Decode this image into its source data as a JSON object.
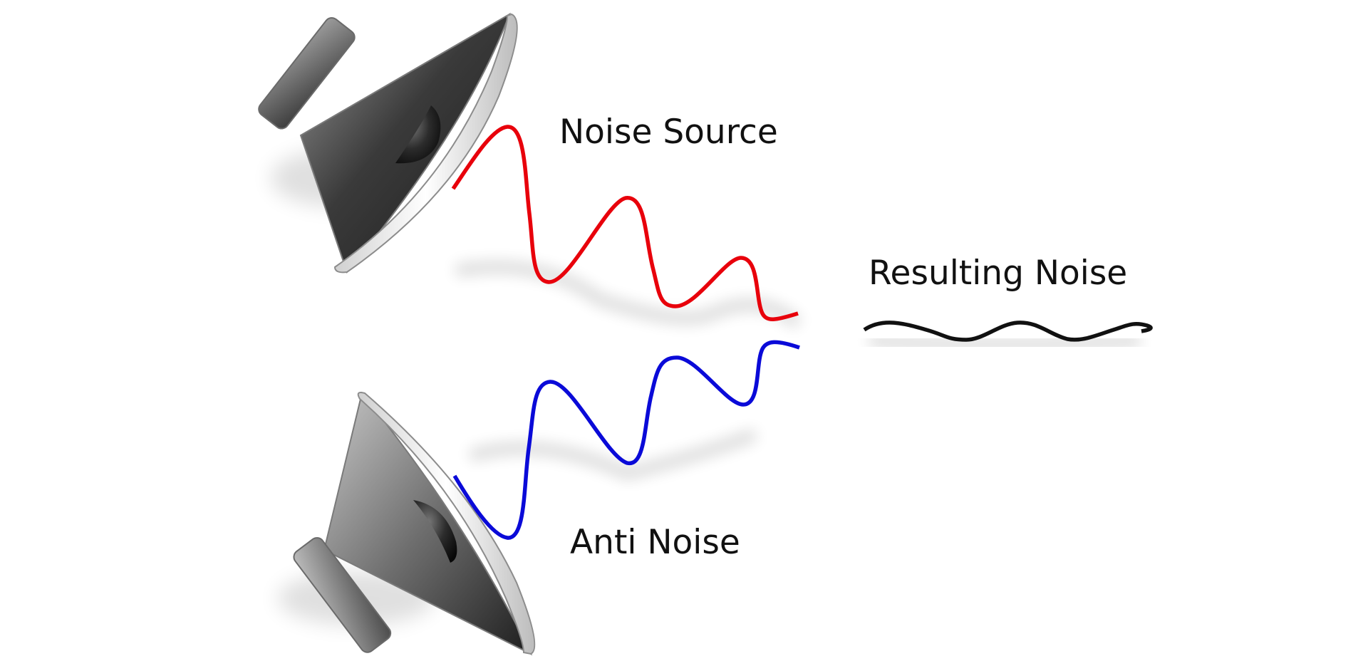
{
  "labels": {
    "noise_source": "Noise Source",
    "anti_noise": "Anti Noise",
    "resulting_noise": "Resulting Noise"
  },
  "colors": {
    "noise_wave": "#e8000b",
    "anti_wave": "#0a0ad8",
    "result_wave": "#111111",
    "label_text": "#111111",
    "background": "#ffffff"
  },
  "icons": {
    "top_speaker": "speaker-icon",
    "bottom_speaker": "speaker-icon"
  }
}
